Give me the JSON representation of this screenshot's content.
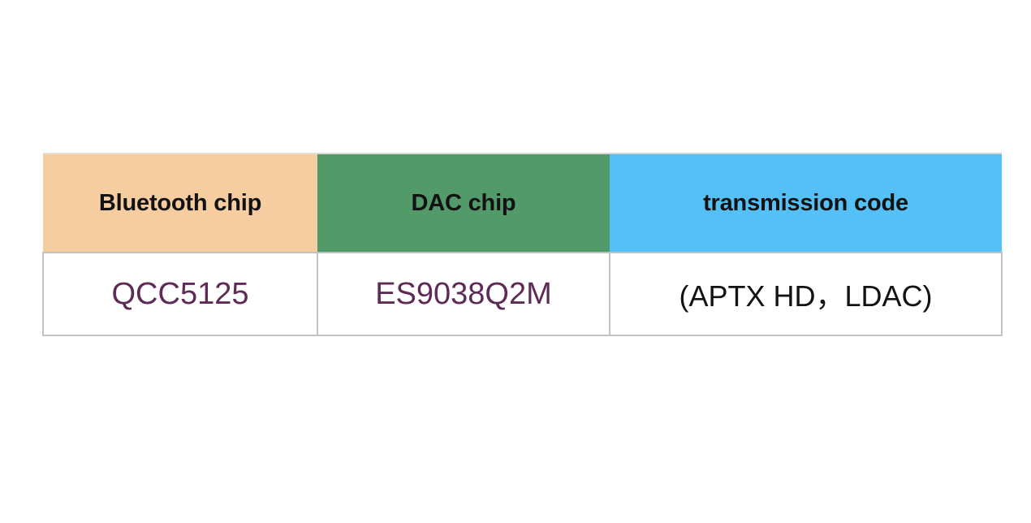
{
  "table": {
    "columns": [
      {
        "key": "bluetooth_chip",
        "header": "Bluetooth chip",
        "header_bg": "#f5cda0",
        "header_color": "#121212",
        "value": "QCC5125",
        "value_color": "#5e2b56"
      },
      {
        "key": "dac_chip",
        "header": "DAC chip",
        "header_bg": "#539a6b",
        "header_color": "#121212",
        "value": "ES9038Q2M",
        "value_color": "#5e2b56"
      },
      {
        "key": "transmission_code",
        "header": "transmission code",
        "header_bg": "#55c0f5",
        "header_color": "#121212",
        "value": "(APTX HD，LDAC)",
        "value_color": "#131313"
      }
    ],
    "border_color": "#c2c2c2",
    "background": "#ffffff"
  }
}
